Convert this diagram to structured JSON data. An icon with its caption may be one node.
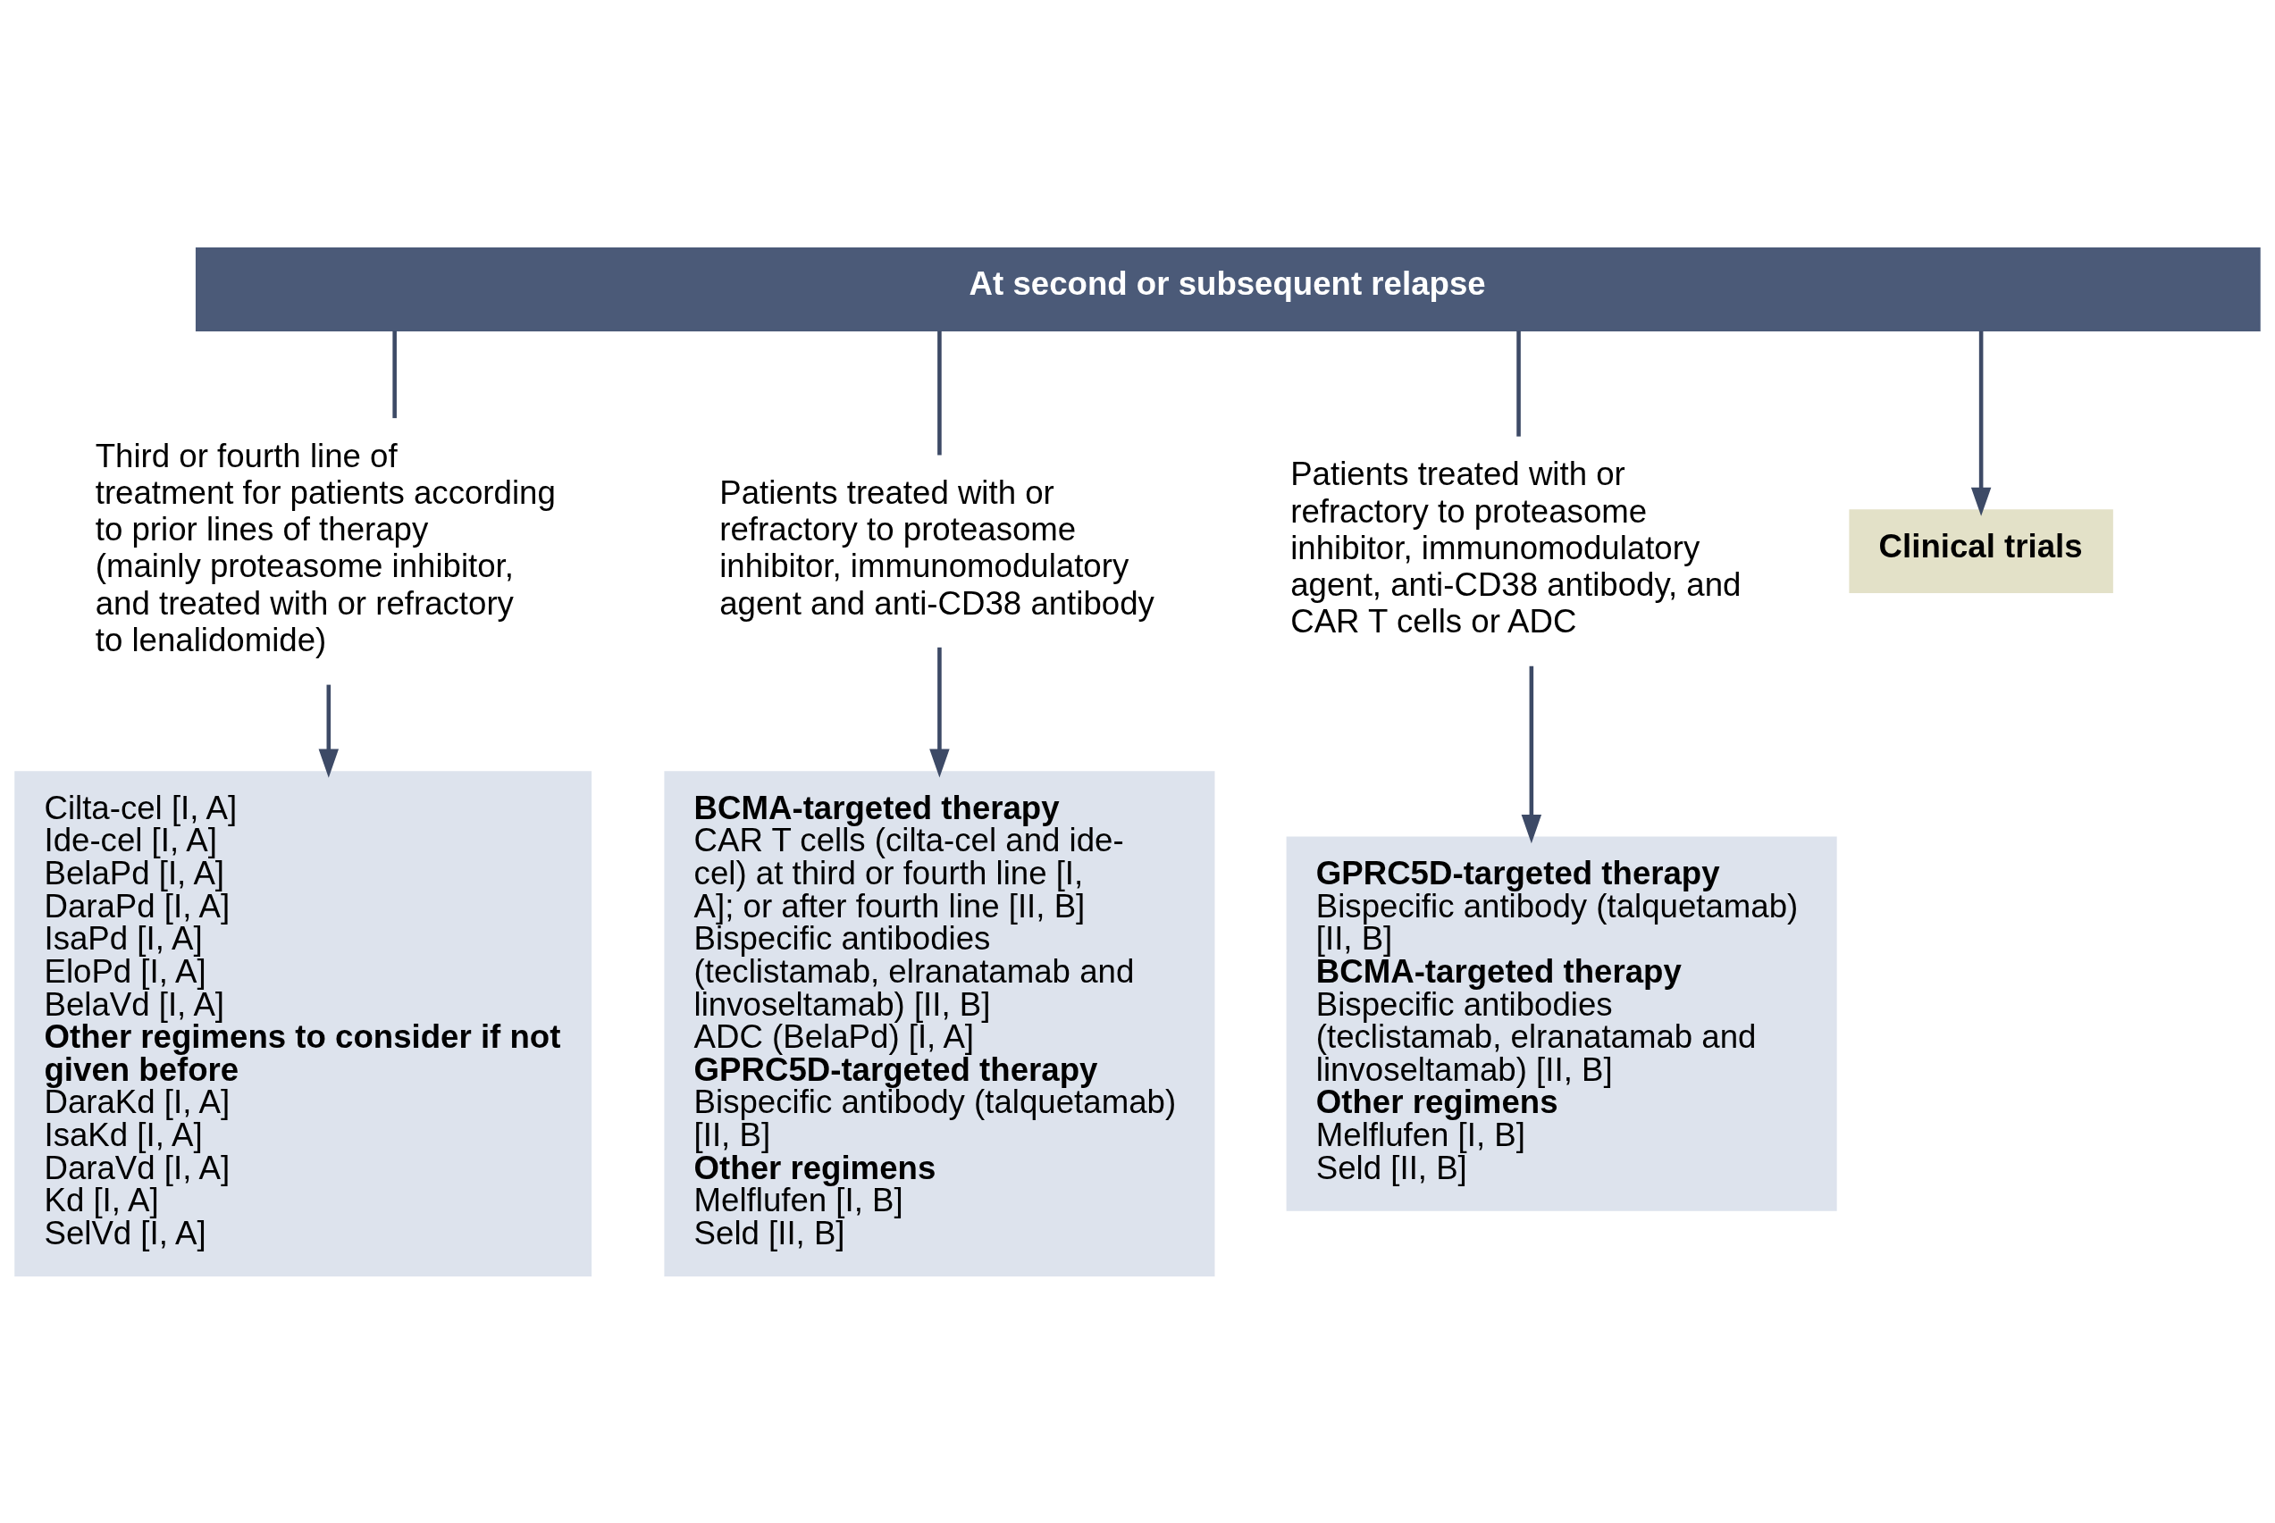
{
  "diagram": {
    "nodes": [
      {
        "text": [
          "At second or subsequent relapse"
        ]
      },
      {
        "text": [
          "Third or fourth line of treatment for patients according to prior lines of therapy (mainly proteasome inhibitor, and treated with or refractory to lenalidomide)"
        ]
      },
      {
        "text": [
          "Patients treated with or refractory to proteasome inhibitor, immunomodulatory agent and anti-CD38 antibody"
        ]
      },
      {
        "text": [
          "Patients treated with or refractory to proteasome inhibitor, immunomodulatory agent, anti-CD38 antibody, and CAR T cells or ADC"
        ]
      },
      {
        "text": [
          "Cilta-cel [I, A]",
          "Ide-cel [I, A]",
          "BelaPd [I, A]",
          "DaraPd [I, A]",
          "IsaPd [I, A]",
          "EloPd [I, A]",
          "BelaVd [I, A]",
          "**Other regimens to consider if not given before**",
          "DaraKd [I, A]",
          "IsaKd [I, A]",
          "DaraVd [I, A]",
          "Kd [I, A]",
          "SelVd [I, A]"
        ]
      },
      {
        "text": [
          "**BCMA-targeted therapy**",
          "CAR T cells (cilta-cel and ide-cel) at third or fourth line [I, A]; or after fourth line [II, B]",
          "Bispecific antibodies (teclistamab, elranatamab and linvoseltamab) [II, B]",
          "ADC (BelaPd) [I, A]",
          "**GPRC5D-targeted therapy**",
          "Bispecific antibody (talquetamab) [II, B]",
          "**Other regimens**",
          "Melflufen [I, B]",
          "Seld [II, B]"
        ]
      },
      {
        "text": [
          "**GPRC5D-targeted therapy**",
          "Bispecific antibody (talquetamab) [II, B]",
          "**BCMA-targeted therapy**",
          "Bispecific antibodies (teclistamab, elranatamab and linvoseltamab) [II, B]",
          "**Other regimens**",
          "Melflufen [I, B]",
          "Seld [II, B]"
        ]
      },
      {
        "text": [
          "**Clinical trials**"
        ]
      }
    ],
    "edges": [
      {
        "from": 0,
        "to": 1,
        "arrow": "none"
      },
      {
        "from": 0,
        "to": 2,
        "arrow": "none"
      },
      {
        "from": 0,
        "to": 3,
        "arrow": "none"
      },
      {
        "from": 0,
        "to": 7,
        "arrow": "to"
      },
      {
        "from": 1,
        "to": 4,
        "arrow": "to"
      },
      {
        "from": 2,
        "to": 5,
        "arrow": "to"
      },
      {
        "from": 3,
        "to": 6,
        "arrow": "to"
      }
    ]
  }
}
